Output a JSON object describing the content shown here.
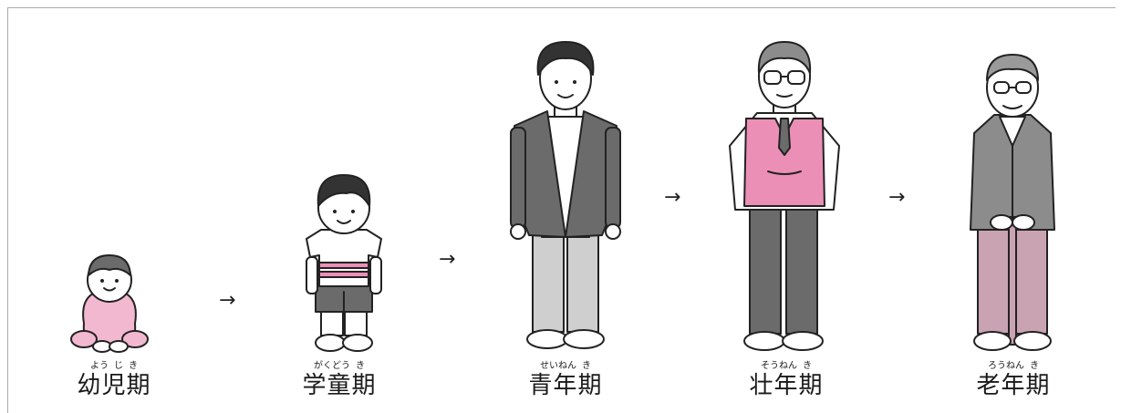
{
  "stages": [
    {
      "label": "幼児期",
      "ruby": [
        "よう",
        "じ",
        "き"
      ]
    },
    {
      "label": "学童期",
      "ruby": [
        "がくどう",
        "き"
      ]
    },
    {
      "label": "青年期",
      "ruby": [
        "せいねん",
        "き"
      ]
    },
    {
      "label": "壮年期",
      "ruby": [
        "そうねん",
        "き"
      ]
    },
    {
      "label": "老年期",
      "ruby": [
        "ろうねん",
        "き"
      ]
    }
  ],
  "arrow": "→",
  "colors": {
    "pink": "#ec8fb7",
    "light_pink": "#f2b8cf",
    "dusty_pink": "#c9a3b2",
    "dark_gray": "#6b6b6b",
    "mid_gray": "#8c8c8c",
    "light_gray": "#cfcfcf",
    "skin": "#ffffff"
  }
}
